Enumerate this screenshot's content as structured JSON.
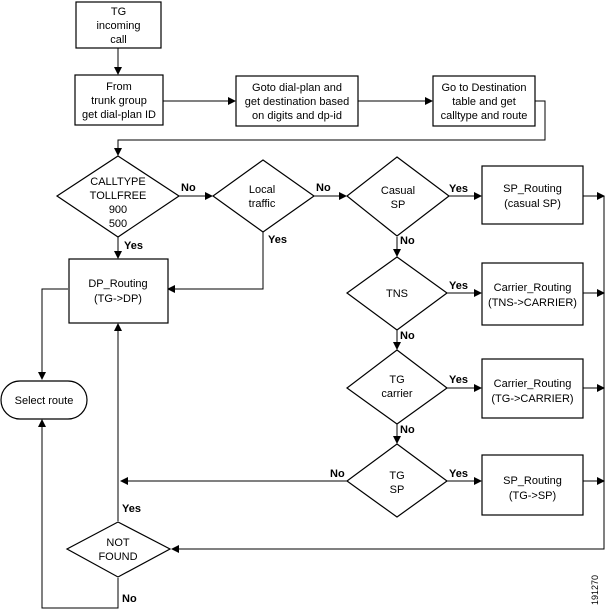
{
  "nodes": {
    "tg_incoming": [
      "TG",
      "incoming",
      "call"
    ],
    "from_trunk": [
      "From",
      "trunk group",
      "get dial-plan ID"
    ],
    "goto_dialplan": [
      "Goto dial-plan and",
      "get destination based",
      "on digits and dp-id"
    ],
    "goto_dest": [
      "Go to Destination",
      "table and get",
      "calltype and route"
    ],
    "calltype": [
      "CALLTYPE",
      "TOLLFREE",
      "900",
      "500"
    ],
    "local_traffic": [
      "Local",
      "traffic"
    ],
    "casual_sp": [
      "Casual",
      "SP"
    ],
    "sp_routing_casual": [
      "SP_Routing",
      "(casual SP)"
    ],
    "dp_routing": [
      "DP_Routing",
      "(TG->DP)"
    ],
    "tns": [
      "TNS"
    ],
    "carrier_routing_tns": [
      "Carrier_Routing",
      "(TNS->CARRIER)"
    ],
    "tg_carrier": [
      "TG",
      "carrier"
    ],
    "carrier_routing_tg": [
      "Carrier_Routing",
      "(TG->CARRIER)"
    ],
    "tg_sp": [
      "TG",
      "SP"
    ],
    "sp_routing_tg": [
      "SP_Routing",
      "(TG->SP)"
    ],
    "select_route": [
      "Select route"
    ],
    "not_found": [
      "NOT",
      "FOUND"
    ]
  },
  "labels": {
    "yes": "Yes",
    "no": "No"
  },
  "figure_id": "191270"
}
